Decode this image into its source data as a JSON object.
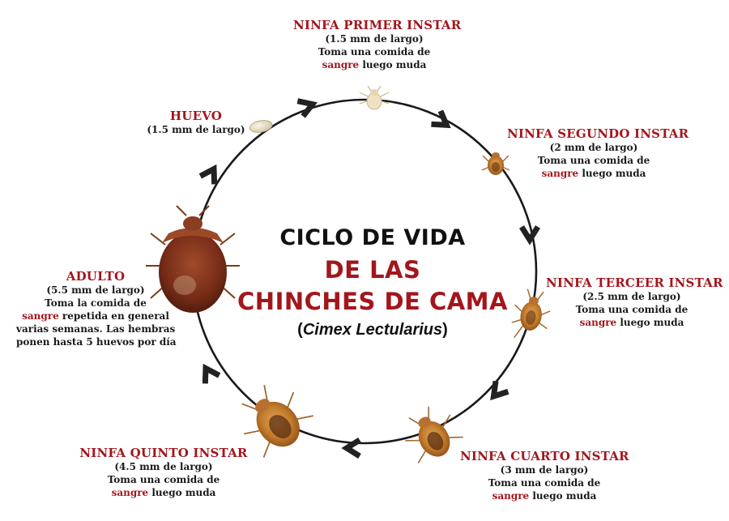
{
  "title": {
    "line1": "CICLO DE VIDA",
    "line2": "DE LAS",
    "line3": "CHINCHES DE CAMA",
    "scientific_open": "(",
    "scientific_name": "Cimex Lectularius",
    "scientific_close": ")"
  },
  "stages": [
    {
      "id": "huevo",
      "name": "HUEVO",
      "size": "(1.5 mm de largo)"
    },
    {
      "id": "ninfa1",
      "name": "NINFA PRIMER INSTAR",
      "size": "(1.5 mm de largo)",
      "line1": "Toma una comida de",
      "blood": "sangre",
      "line2_rest": " luego muda"
    },
    {
      "id": "ninfa2",
      "name": "NINFA SEGUNDO INSTAR",
      "size": "(2 mm de largo)",
      "line1": "Toma una comida de",
      "blood": "sangre",
      "line2_rest": " luego muda"
    },
    {
      "id": "ninfa3",
      "name": "NINFA TERCEER INSTAR",
      "size": "(2.5 mm de largo)",
      "line1": "Toma una comida de",
      "blood": "sangre",
      "line2_rest": " luego muda"
    },
    {
      "id": "ninfa4",
      "name": "NINFA CUARTO INSTAR",
      "size": "(3 mm de largo)",
      "line1": "Toma una comida de",
      "blood": "sangre",
      "line2_rest": " luego muda"
    },
    {
      "id": "ninfa5",
      "name": "NINFA QUINTO INSTAR",
      "size": "(4.5 mm de largo)",
      "line1": "Toma una comida de",
      "blood": "sangre",
      "line2_rest": " luego muda"
    },
    {
      "id": "adulto",
      "name": "ADULTO",
      "size": "(5.5 mm de largo)",
      "line1": "Toma la comida de",
      "blood": "sangre",
      "line2_rest": " repetida en general",
      "line3": "varias semanas. Las hembras",
      "line4": "ponen hasta 5 huevos por día"
    }
  ],
  "colors": {
    "accent_red": "#a3161c",
    "text_dark": "#1a1a1a",
    "cycle_line": "#1a1a1a",
    "bug_body": "#c07a2a",
    "bug_dark": "#5a2a10",
    "egg": "#e8dcc0"
  },
  "icons": {
    "arrow": "chevron-arrow-icon",
    "egg": "egg-icon",
    "bug": "bed-bug-icon"
  }
}
